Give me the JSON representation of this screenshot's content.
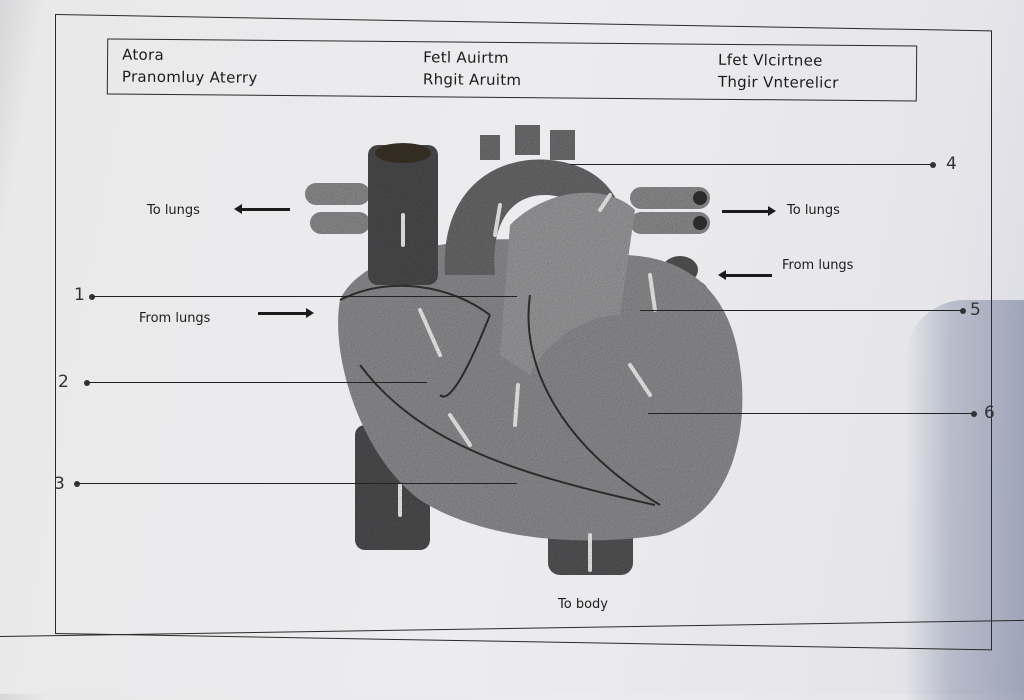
{
  "key": {
    "columns": [
      {
        "line1": "Atora",
        "line2": "Pranomluy Aterry"
      },
      {
        "line1": "Fetl Auirtm",
        "line2": "Rhgit Aruitm"
      },
      {
        "line1": "Lfet Vlcirtnee",
        "line2": "Thgir Vnterelicr"
      }
    ]
  },
  "diagram": {
    "flow_labels": {
      "left_to_lungs": "To lungs",
      "left_from_lungs": "From lungs",
      "right_to_lungs": "To lungs",
      "right_from_lungs": "From lungs",
      "to_body": "To body"
    },
    "callouts": [
      "1",
      "2",
      "3",
      "4",
      "5",
      "6"
    ]
  },
  "colors": {
    "paper": "#ecebee",
    "ink": "#1c1c1c",
    "heart_light": "#9a9a9c",
    "heart_dark": "#4a4a4c",
    "shadow": "#8f97ad"
  }
}
